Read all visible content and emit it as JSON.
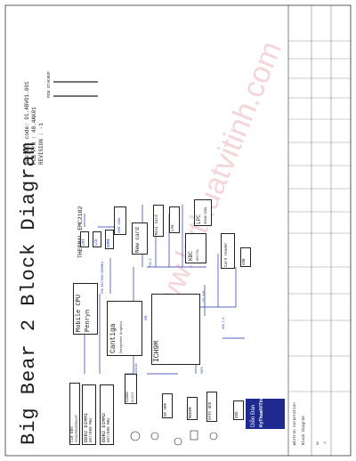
{
  "document": {
    "title": "Big Bear 2 Block Diagram",
    "project_code_label": "Project code: 91.4BV01.001",
    "pcb_pn_label": "PCB P/N   : 48.4AK01",
    "revision_label": "REVISION  : -1",
    "pcb_stackup_label": "PCB STACKUP"
  },
  "blocks": {
    "clk_gen": {
      "title": "CLK GEN",
      "sub": "ICS9LPRS355BKLFT"
    },
    "ddr2_1": {
      "title": "DDR2 DIMM1",
      "sub": "667/800 MHz"
    },
    "ddr2_2": {
      "title": "DDR2 DIMM2",
      "sub": "667/800 MHz"
    },
    "cpu": {
      "title": "Mobile CPU",
      "sub": "Penryn"
    },
    "thermal": {
      "title": "THERMAL EMC2102"
    },
    "cantiga": {
      "title": "Cantiga",
      "sub": "Integrated Graphics"
    },
    "ich9m": {
      "title": "ICH9M"
    },
    "crt": {
      "title": "CRT"
    },
    "lcd": {
      "title": "LCD"
    },
    "hdmi": {
      "title": "HDMI"
    },
    "new_card": {
      "title": "New card"
    },
    "mini_card": {
      "title": "Mini Card"
    },
    "kbc": {
      "title": "KBC",
      "sub": "WPC775L"
    },
    "lpc": {
      "title": "LPC",
      "sub": "DEBUG CONN."
    },
    "codec": {
      "title": "Codec",
      "sub": "ALC272"
    },
    "op_amp": {
      "title": "OP AMP"
    },
    "modem": {
      "title": "MODEM"
    },
    "sata_hdd": {
      "title": "SATA HDD"
    },
    "odd": {
      "title": "ODD"
    },
    "card_reader": {
      "title": "Card reader"
    },
    "usb": {
      "title": "USB"
    },
    "lan": {
      "title": "LAN"
    }
  },
  "labels": {
    "fsb": "FSB 667/800/1066MHz",
    "dmi": "DMI",
    "pcie": "PCI-E",
    "azalia": "AZALIA",
    "sata": "SATA",
    "lpc_bus": "LPC BUS",
    "usb_bus": "USB 2.0",
    "hdmi_conn": "HDMI CONN"
  },
  "title_block": {
    "company": "Wistron Corporation",
    "doc_title": "Block Diagram",
    "size": "A3",
    "rev": "-1"
  },
  "watermark": {
    "text": "www.kythuatvitinh.com",
    "seal_line1": "Diễn Đàn",
    "seal_line2": "KyThuatViTinh.Com"
  }
}
